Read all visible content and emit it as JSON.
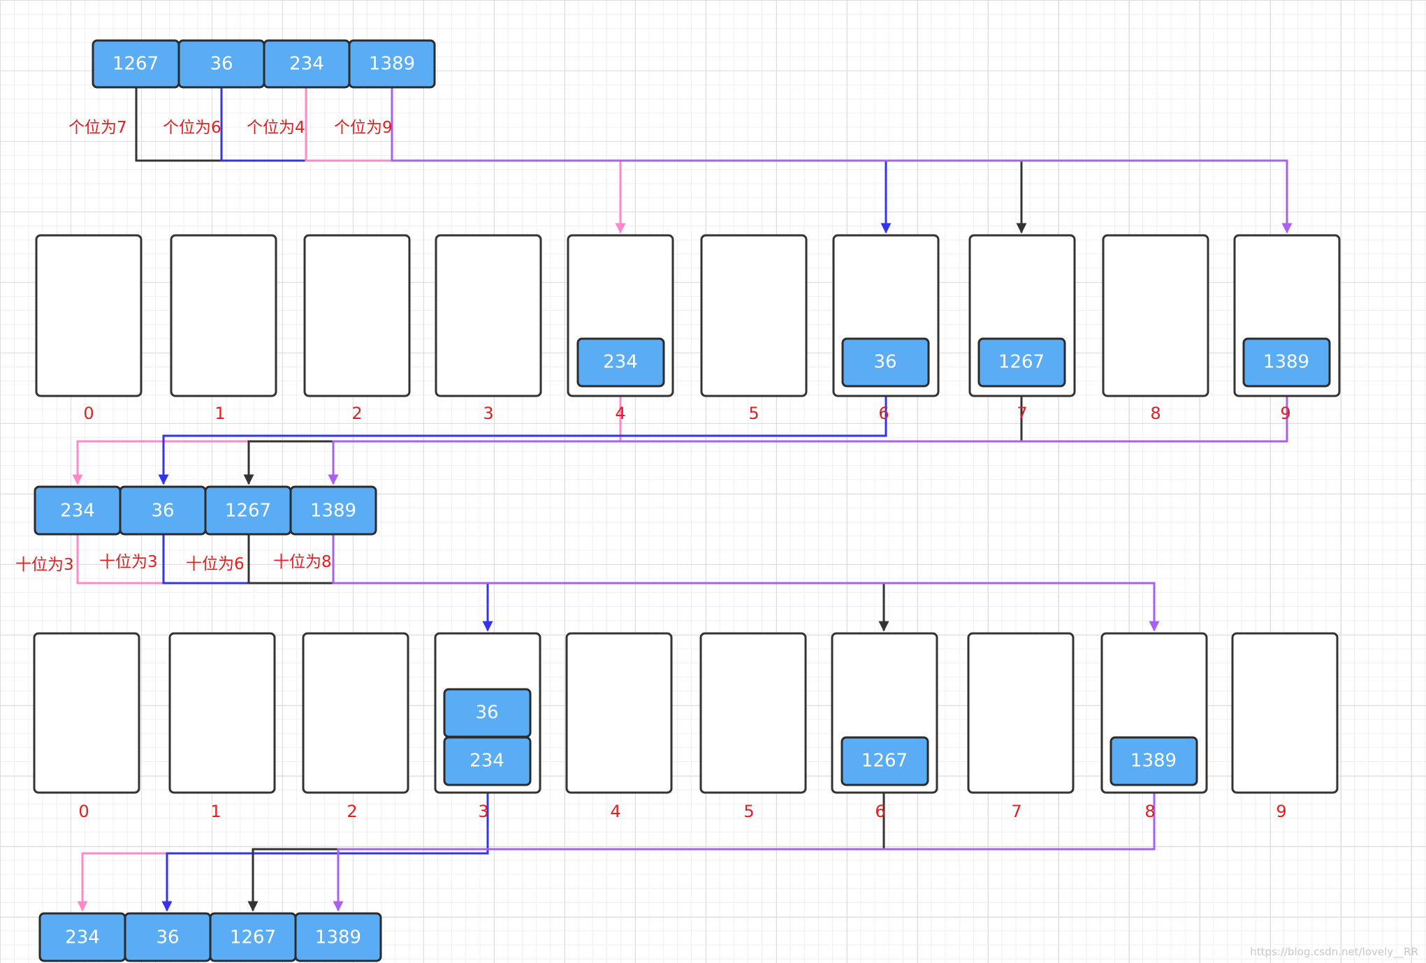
{
  "colors": {
    "cell_fill": "#5aacf5",
    "cell_text": "#ffffff",
    "label_red": "#e02020",
    "line_black": "#333333",
    "line_blue": "#3333ee",
    "line_pink": "#ff88c8",
    "line_purple": "#a860f0"
  },
  "initial_array": [
    "1267",
    "36",
    "234",
    "1389"
  ],
  "ones_notes": [
    "个位为7",
    "个位为6",
    "个位为4",
    "个位为9"
  ],
  "round1_buckets": {
    "indices": [
      "0",
      "1",
      "2",
      "3",
      "4",
      "5",
      "6",
      "7",
      "8",
      "9"
    ],
    "contents": [
      [],
      [],
      [],
      [],
      [
        "234"
      ],
      [],
      [
        "36"
      ],
      [
        "1267"
      ],
      [],
      [
        "1389"
      ]
    ]
  },
  "after_round1": [
    "234",
    "36",
    "1267",
    "1389"
  ],
  "tens_notes": [
    "十位为3",
    "十位为3",
    "十位为6",
    "十位为8"
  ],
  "round2_buckets": {
    "indices": [
      "0",
      "1",
      "2",
      "3",
      "4",
      "5",
      "6",
      "7",
      "8",
      "9"
    ],
    "contents": [
      [],
      [],
      [],
      [
        "36",
        "234"
      ],
      [],
      [],
      [
        "1267"
      ],
      [],
      [
        "1389"
      ],
      []
    ]
  },
  "final_array": [
    "234",
    "36",
    "1267",
    "1389"
  ],
  "watermark": "https://blog.csdn.net/lovely__RR"
}
